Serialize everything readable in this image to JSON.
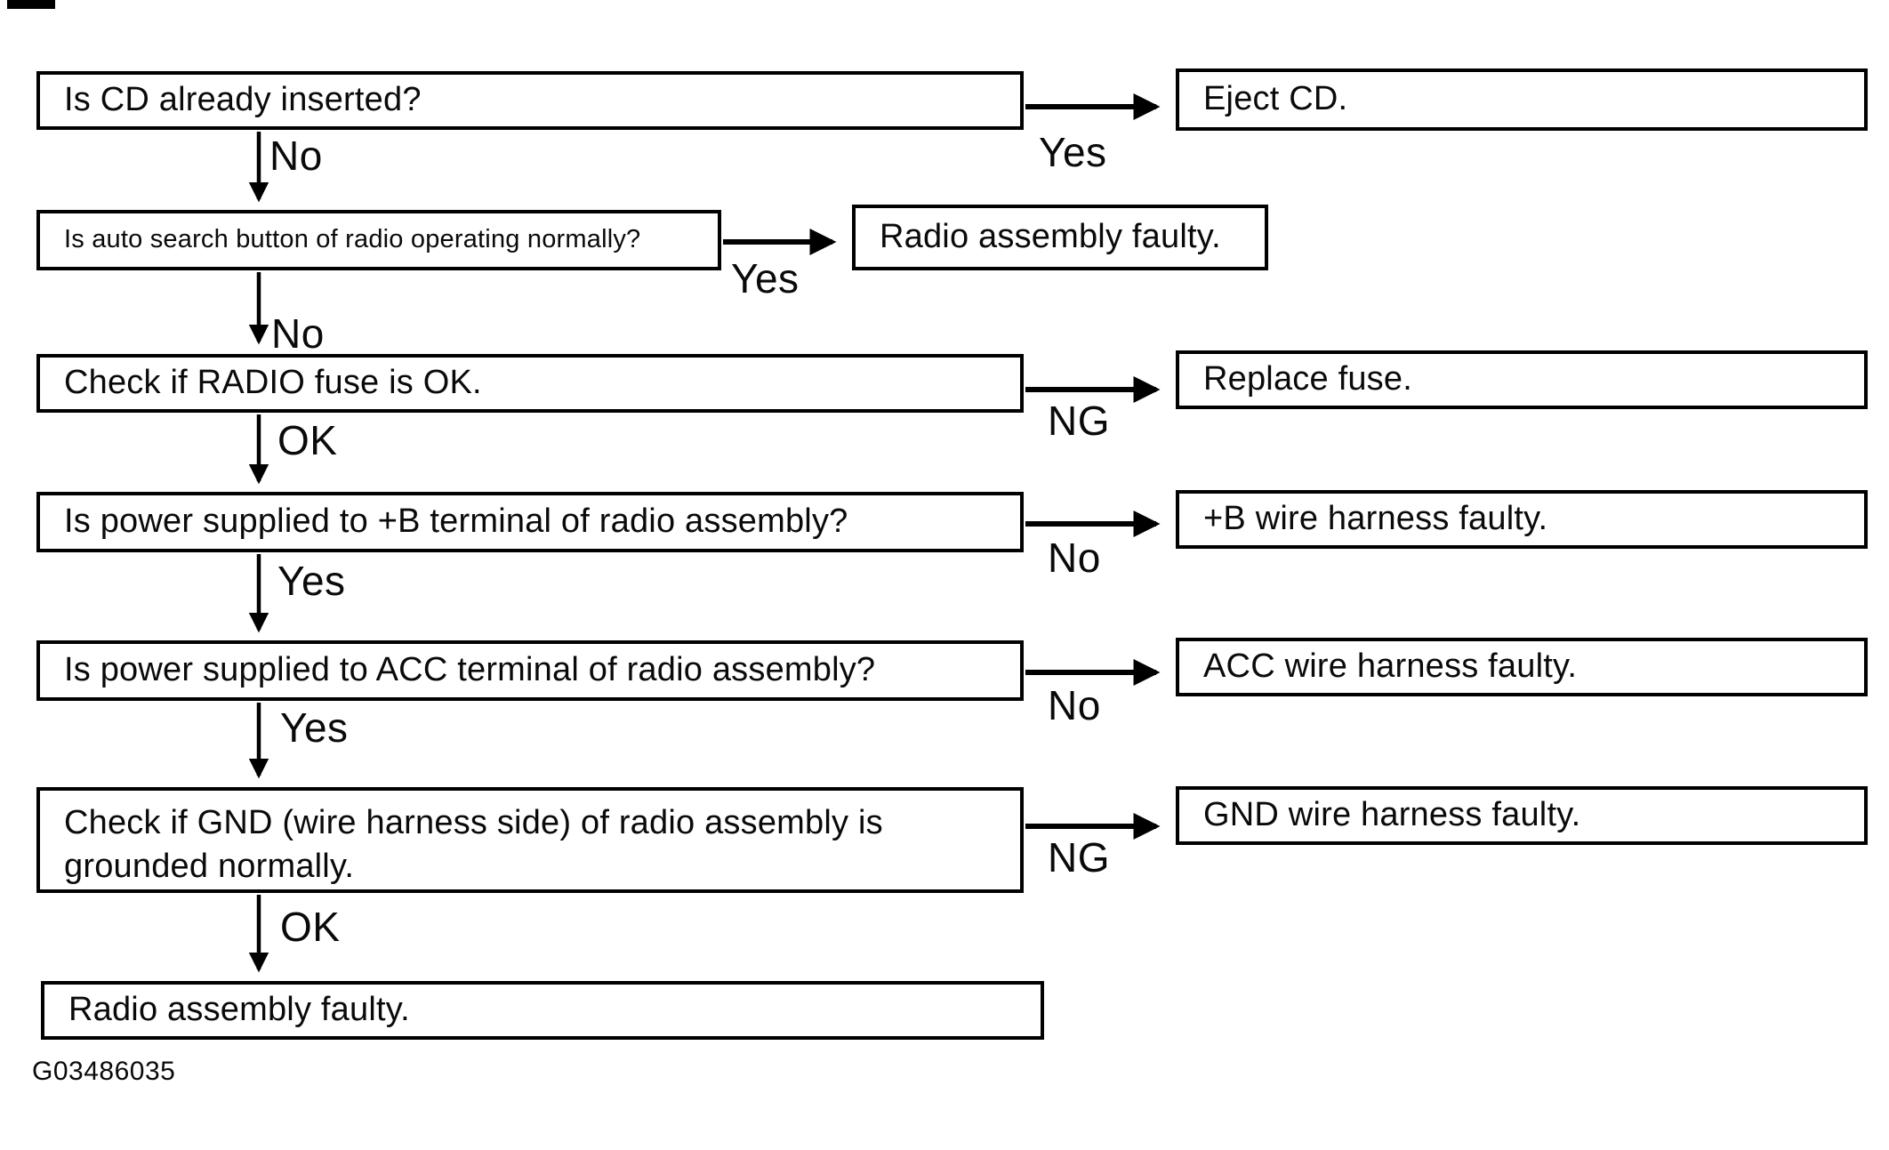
{
  "figure": {
    "id_label": "G03486035",
    "colors": {
      "ink": "#000000",
      "paper": "#ffffff"
    },
    "nodes": {
      "q_cd_inserted": {
        "text": "Is CD already inserted?"
      },
      "r_eject_cd": {
        "text": "Eject CD."
      },
      "q_auto_search": {
        "text": "Is auto search button of radio operating normally?"
      },
      "r_radio_assembly_faulty_top": {
        "text": "Radio assembly faulty."
      },
      "q_radio_fuse": {
        "text": "Check if RADIO fuse is OK."
      },
      "r_replace_fuse": {
        "text": "Replace fuse."
      },
      "q_b_terminal": {
        "text": "Is power supplied to +B terminal of radio assembly?"
      },
      "r_b_harness": {
        "text": "+B wire harness faulty."
      },
      "q_acc_terminal": {
        "text": "Is power supplied to ACC terminal of radio assembly?"
      },
      "r_acc_harness": {
        "text": "ACC wire harness faulty."
      },
      "q_gnd_ground": {
        "text": "Check if GND (wire harness side) of radio assembly is\ngrounded normally."
      },
      "r_gnd_harness": {
        "text": "GND wire harness faulty."
      },
      "r_radio_assembly_faulty_bottom": {
        "text": "Radio assembly faulty."
      }
    },
    "edge_labels": {
      "cd_yes": "Yes",
      "cd_no": "No",
      "auto_yes": "Yes",
      "auto_no": "No",
      "fuse_ng": "NG",
      "fuse_ok": "OK",
      "b_no": "No",
      "b_yes": "Yes",
      "acc_no": "No",
      "acc_yes": "Yes",
      "gnd_ng": "NG",
      "gnd_ok": "OK"
    }
  }
}
